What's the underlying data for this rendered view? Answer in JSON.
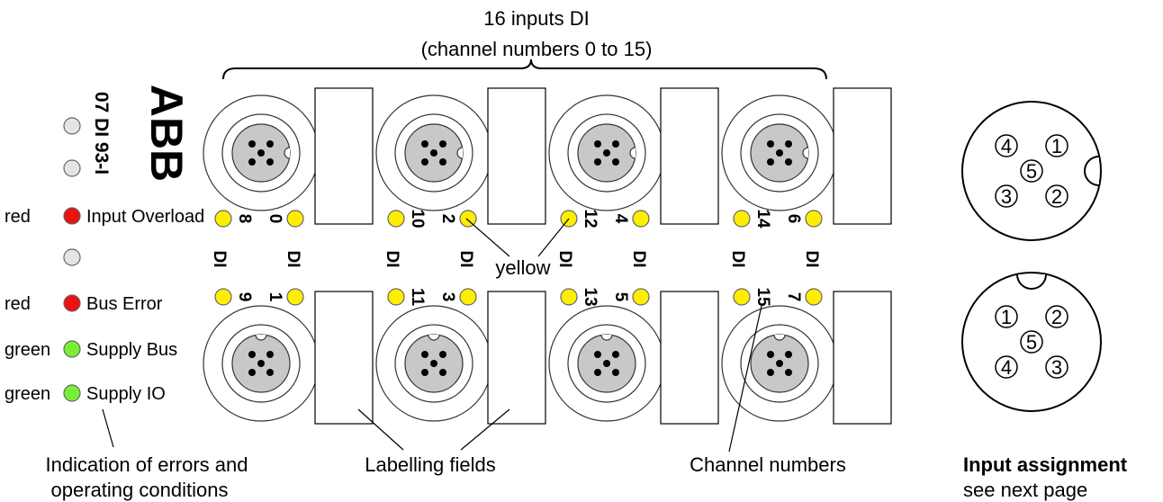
{
  "header": {
    "line1": "16 inputs DI",
    "line2": "(channel numbers 0 to 15)"
  },
  "device": {
    "brand": "ABB",
    "model": "07 DI 93-I"
  },
  "status_leds": [
    {
      "color_word": "",
      "label": "",
      "fill": "#e4e4e4"
    },
    {
      "color_word": "",
      "label": "",
      "fill": "#e4e4e4"
    },
    {
      "color_word": "red",
      "label": "Input Overload",
      "fill": "#ee1111"
    },
    {
      "color_word": "",
      "label": "",
      "fill": "#e4e4e4"
    },
    {
      "color_word": "red",
      "label": "Bus  Error",
      "fill": "#ee1111"
    },
    {
      "color_word": "green",
      "label": "Supply  Bus",
      "fill": "#77ee33"
    },
    {
      "color_word": "green",
      "label": "Supply  IO",
      "fill": "#77ee33"
    }
  ],
  "di_prefix": "DI",
  "channels_top": [
    [
      "8",
      "0"
    ],
    [
      "10",
      "2"
    ],
    [
      "12",
      "4"
    ],
    [
      "14",
      "6"
    ]
  ],
  "channels_bottom": [
    [
      "9",
      "1"
    ],
    [
      "11",
      "3"
    ],
    [
      "13",
      "5"
    ],
    [
      "15",
      "7"
    ]
  ],
  "channel_led_color": "#ffee00",
  "yellow_label": "yellow",
  "annotations": {
    "indication_line1": "Indication of errors and",
    "indication_line2": "operating conditions",
    "labelling": "Labelling fields",
    "channel_numbers": "Channel numbers"
  },
  "pinout_top": [
    "4",
    "1",
    "5",
    "3",
    "2"
  ],
  "pinout_bottom": [
    "1",
    "2",
    "5",
    "4",
    "3"
  ],
  "input_assignment": {
    "title": "Input assignment",
    "sub": "see next page"
  }
}
